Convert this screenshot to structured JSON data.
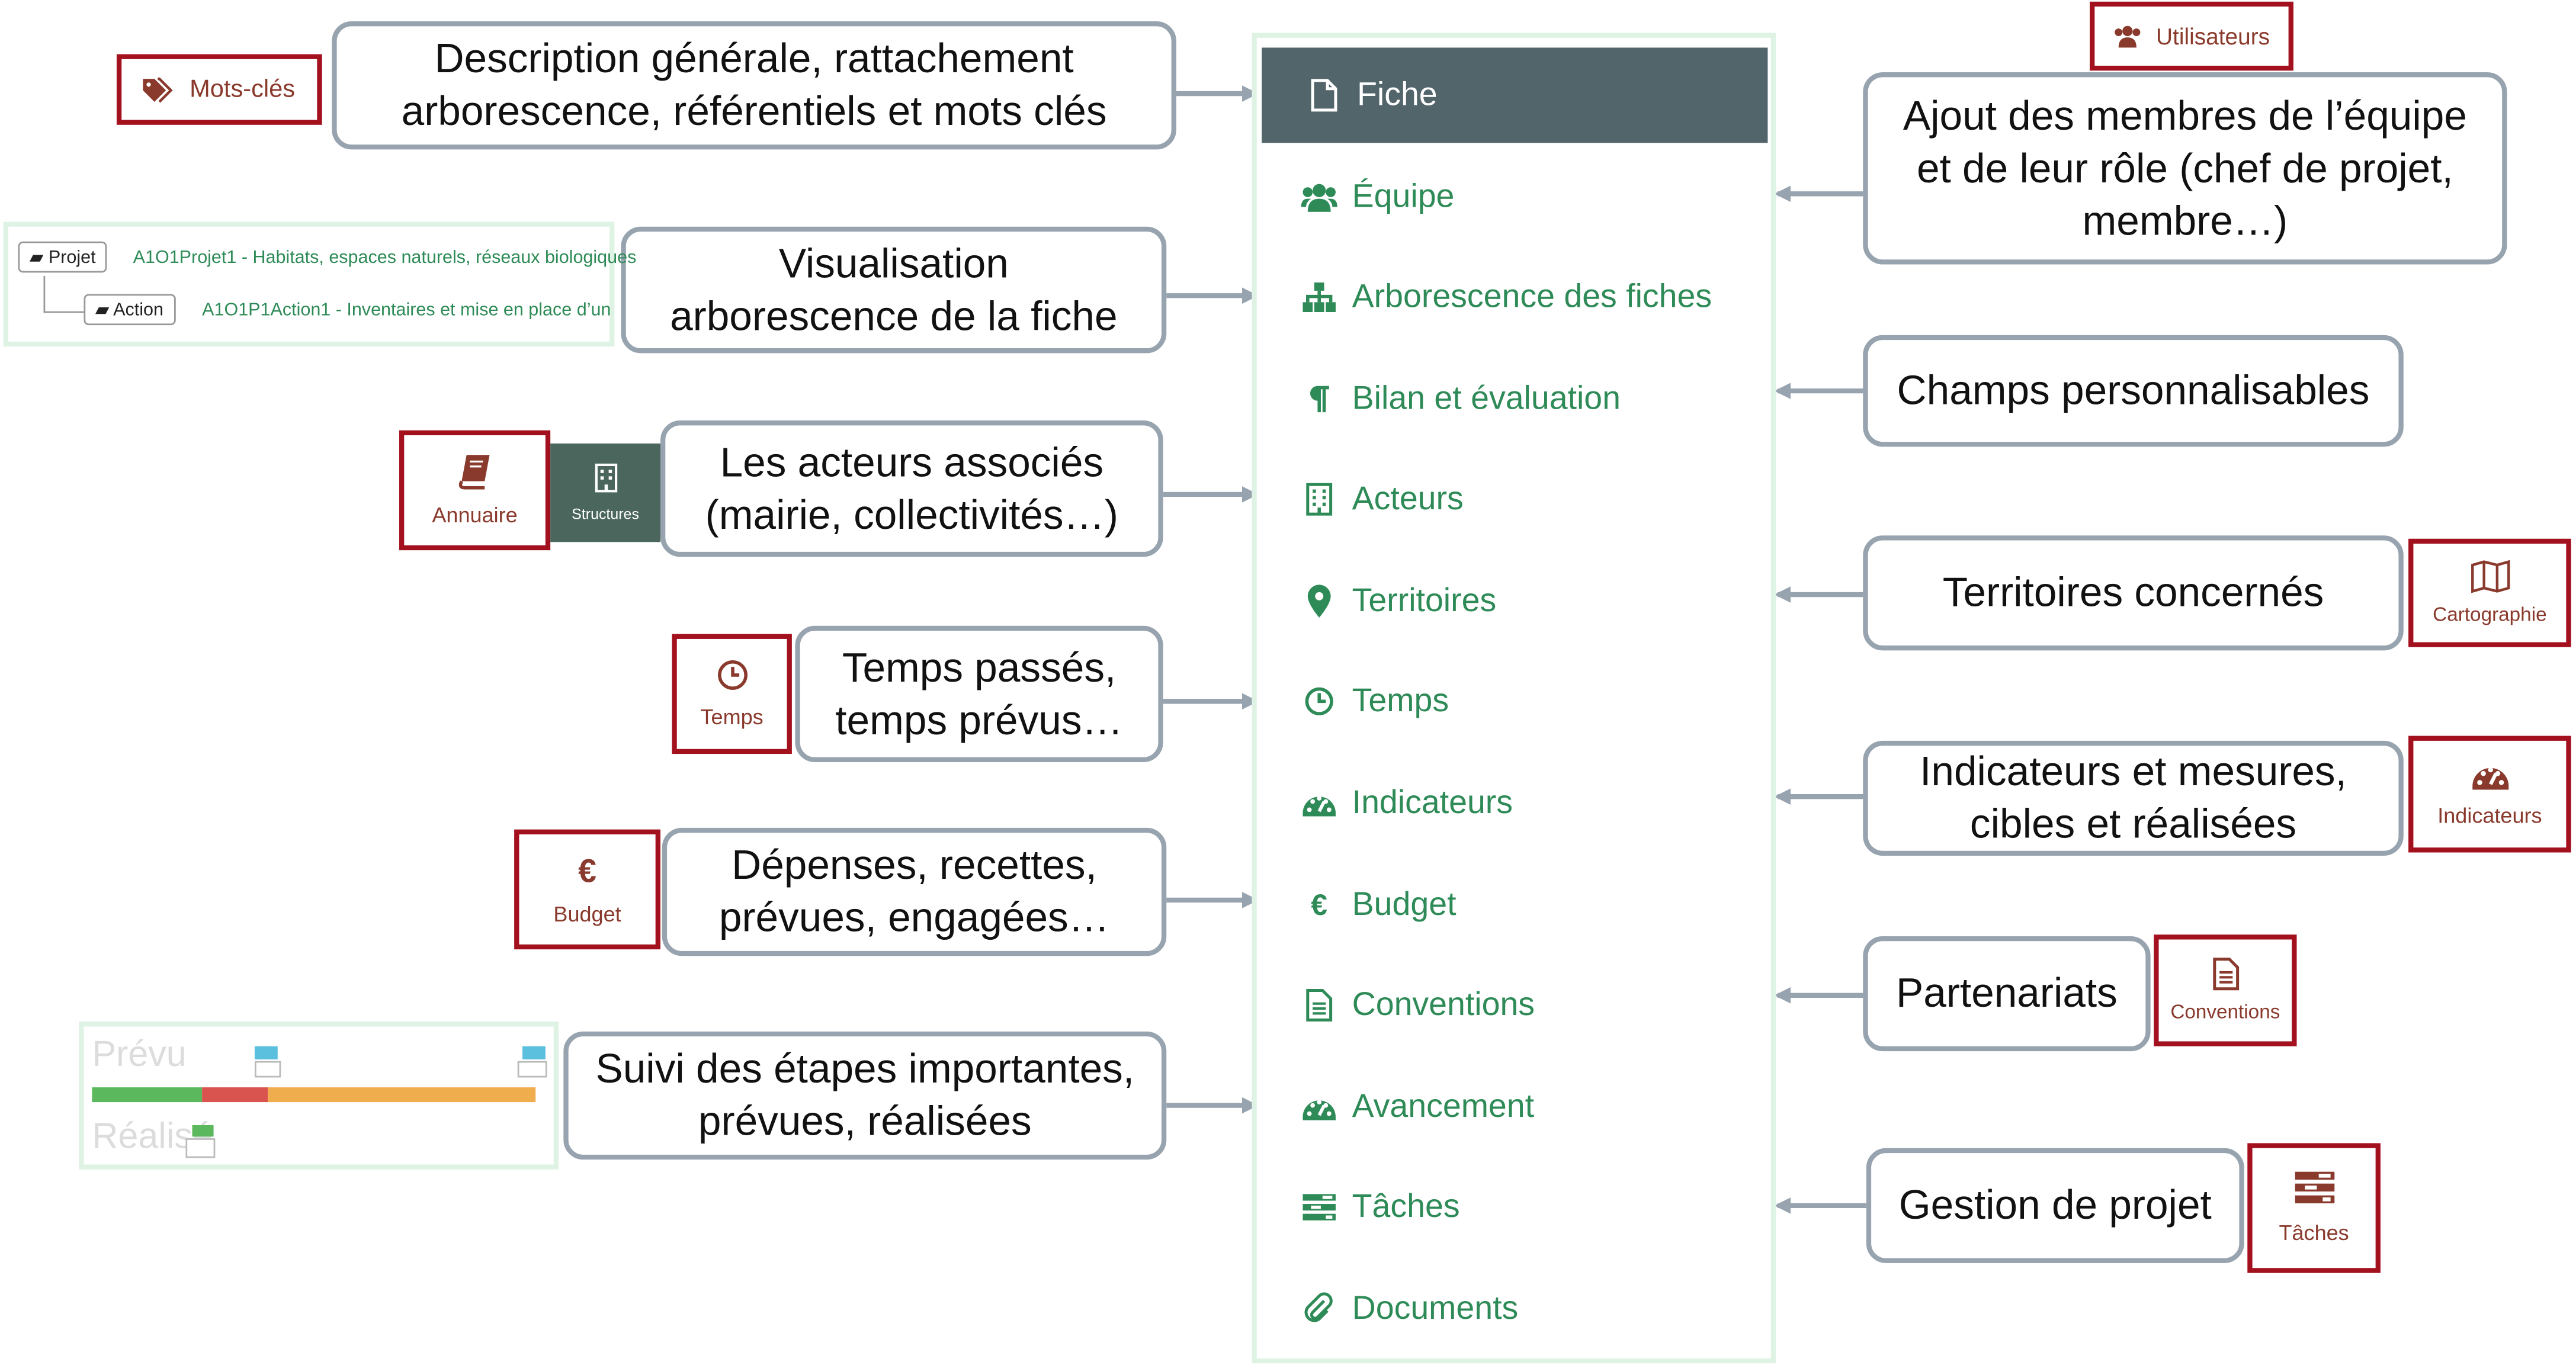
{
  "menu": {
    "items": [
      {
        "label": "Fiche",
        "icon": "file-icon",
        "active": true
      },
      {
        "label": "Équipe",
        "icon": "users-icon"
      },
      {
        "label": "Arborescence des fiches",
        "icon": "sitemap-icon"
      },
      {
        "label": "Bilan et évaluation",
        "icon": "paragraph-icon"
      },
      {
        "label": "Acteurs",
        "icon": "building-icon"
      },
      {
        "label": "Territoires",
        "icon": "map-marker-icon"
      },
      {
        "label": "Temps",
        "icon": "clock-icon"
      },
      {
        "label": "Indicateurs",
        "icon": "dashboard-icon"
      },
      {
        "label": "Budget",
        "icon": "euro-icon"
      },
      {
        "label": "Conventions",
        "icon": "file-text-icon"
      },
      {
        "label": "Avancement",
        "icon": "dashboard-icon"
      },
      {
        "label": "Tâches",
        "icon": "tasks-icon"
      },
      {
        "label": "Documents",
        "icon": "paperclip-icon"
      }
    ]
  },
  "callouts_left": {
    "fiche": [
      "Description générale, rattachement",
      "arborescence, référentiels et mots clés"
    ],
    "arbo": [
      "Visualisation",
      "arborescence de la fiche"
    ],
    "acteurs": [
      "Les acteurs associés",
      "(mairie, collectivités…)"
    ],
    "temps": [
      "Temps passés,",
      "temps prévus…"
    ],
    "budget": [
      "Dépenses, recettes,",
      "prévues, engagées…"
    ],
    "avancement": [
      "Suivi des étapes importantes,",
      "prévues, réalisées"
    ]
  },
  "callouts_right": {
    "equipe": [
      "Ajout des membres de l’équipe",
      "et de leur rôle (chef de projet,",
      "membre…)"
    ],
    "bilan": [
      "Champs personnalisables"
    ],
    "territoires": [
      "Territoires concernés"
    ],
    "indicateurs": [
      "Indicateurs et mesures,",
      "cibles et réalisées"
    ],
    "conventions": [
      "Partenariats"
    ],
    "taches": [
      "Gestion de projet"
    ]
  },
  "badges": {
    "mots_cles": "Mots-clés",
    "utilisateurs": "Utilisateurs",
    "annuaire": "Annuaire",
    "structures": "Structures",
    "temps": "Temps",
    "budget": "Budget",
    "cartographie": "Cartographie",
    "indicateurs": "Indicateurs",
    "conventions": "Conventions",
    "taches": "Tâches"
  },
  "tree": {
    "projet_label": "Projet",
    "projet_link": "A1O1Projet1 - Habitats, espaces naturels, réseaux biologiques",
    "action_label": "Action",
    "action_link": "A1O1P1Action1 - Inventaires et mise en place d’un"
  },
  "gantt": {
    "prevu_label": "Prévu",
    "realise_label": "Réalisé"
  },
  "colors": {
    "menu_active_bg": "#52656b",
    "menu_text": "#2e8b57",
    "badge_border": "#a3101e",
    "badge_text": "#8a3a2c",
    "callout_border": "#97a3ae",
    "arrow": "#97a3ae"
  }
}
